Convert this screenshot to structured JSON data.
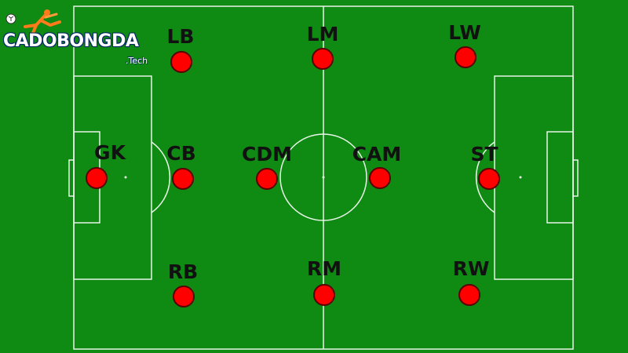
{
  "logo": {
    "brand": "CADOBONGDA",
    "suffix": ".Tech"
  },
  "colors": {
    "pitch": "#0f8a12",
    "lines": "#e8f5e8",
    "player": "#ff0000",
    "player_outline": "#5a0000",
    "label": "#111111"
  },
  "positions": [
    {
      "id": "lb",
      "label": "LB"
    },
    {
      "id": "lm",
      "label": "LM"
    },
    {
      "id": "lw",
      "label": "LW"
    },
    {
      "id": "gk",
      "label": "GK"
    },
    {
      "id": "cb",
      "label": "CB"
    },
    {
      "id": "cdm",
      "label": "CDM"
    },
    {
      "id": "cam",
      "label": "CAM"
    },
    {
      "id": "st",
      "label": "ST"
    },
    {
      "id": "rb",
      "label": "RB"
    },
    {
      "id": "rm",
      "label": "RM"
    },
    {
      "id": "rw",
      "label": "RW"
    }
  ]
}
